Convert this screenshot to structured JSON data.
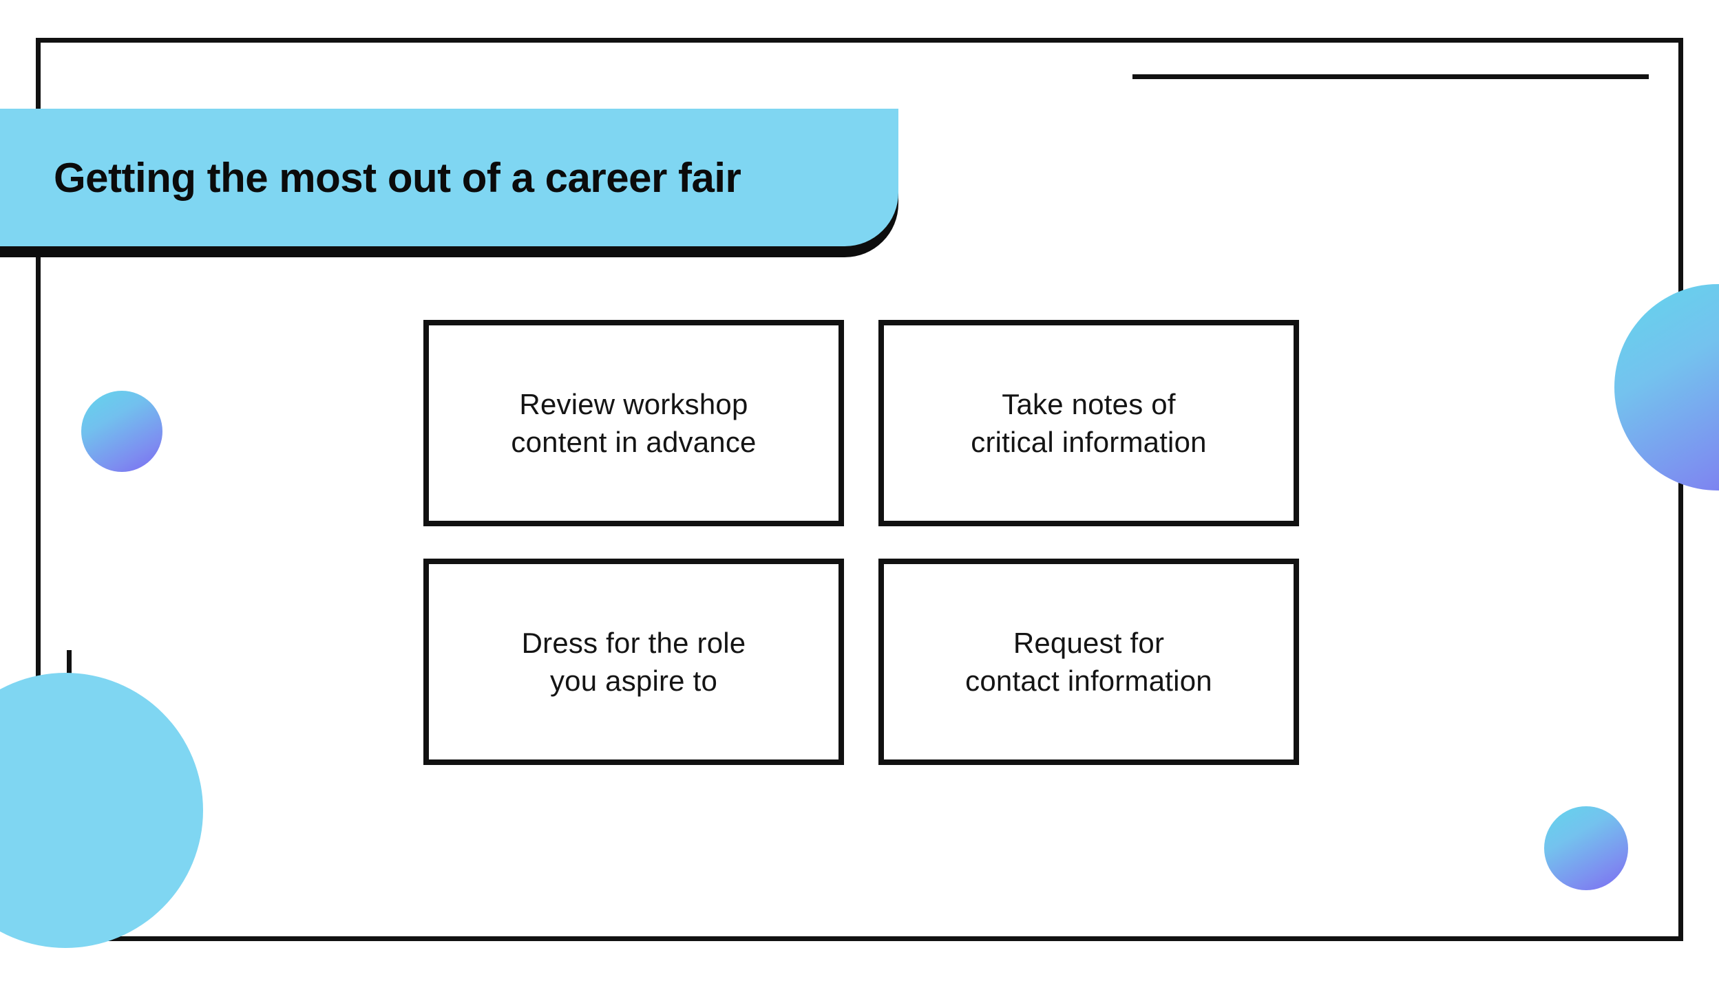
{
  "slide": {
    "title": "Getting the most out of a career fair",
    "background_color": "#ffffff",
    "frame_color": "#111111",
    "banner_color": "#7FD6F2",
    "banner_shadow_color": "#0d0d0d",
    "accent_gradient_from": "#63D5EC",
    "accent_gradient_to": "#7B6BF2"
  },
  "tips": [
    {
      "text": "Review workshop\ncontent in advance"
    },
    {
      "text": "Take notes of\ncritical information"
    },
    {
      "text": "Dress for the role\nyou aspire to"
    },
    {
      "text": "Request for\ncontact information"
    }
  ],
  "decorations": {
    "top_rule": "",
    "corner_bracket": "",
    "circle_small_left": "",
    "circle_right_edge": "",
    "circle_small_bottom_right": "",
    "circle_large_bottom_left": ""
  }
}
